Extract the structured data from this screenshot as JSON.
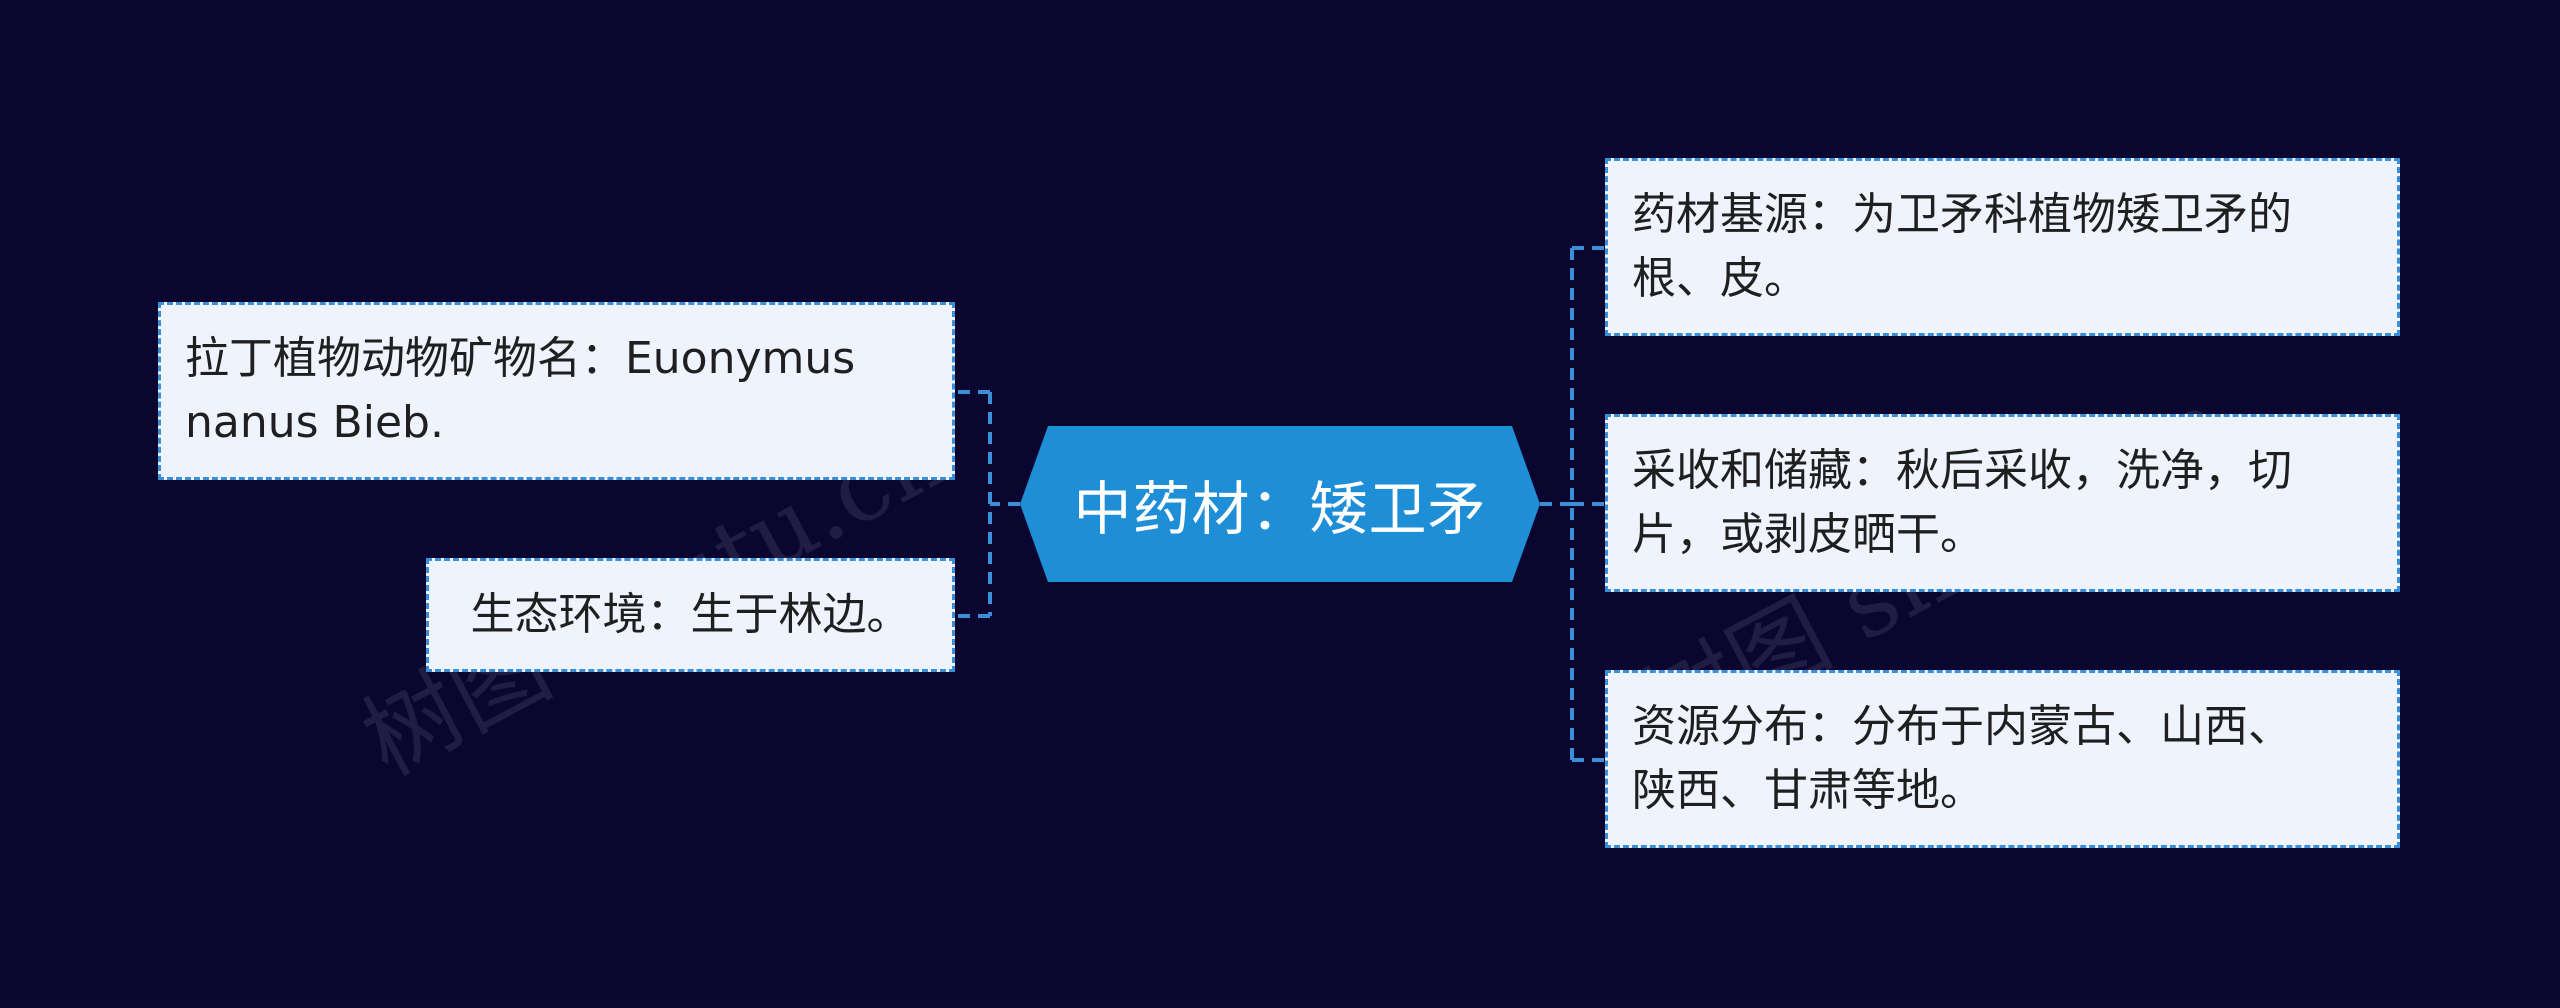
{
  "central": {
    "label": "中药材：矮卫矛"
  },
  "left_nodes": [
    {
      "line1": "拉丁植物动物矿物名：Euonymus",
      "line2": "nanus Bieb."
    },
    {
      "line1": "生态环境：生于林边。"
    }
  ],
  "right_nodes": [
    {
      "line1": "药材基源：为卫矛科植物矮卫矛的",
      "line2": "根、皮。"
    },
    {
      "line1": "采收和储藏：秋后采收，洗净，切",
      "line2": "片，或剥皮晒干。"
    },
    {
      "line1": "资源分布：分布于内蒙古、山西、",
      "line2": "陕西、甘肃等地。"
    }
  ],
  "watermark": {
    "text": "树图 shutu.cn"
  },
  "colors": {
    "background": "#0b0630",
    "central_fill": "#1e8fd6",
    "node_fill": "#eef3fd",
    "connector": "#3b8fd6"
  }
}
